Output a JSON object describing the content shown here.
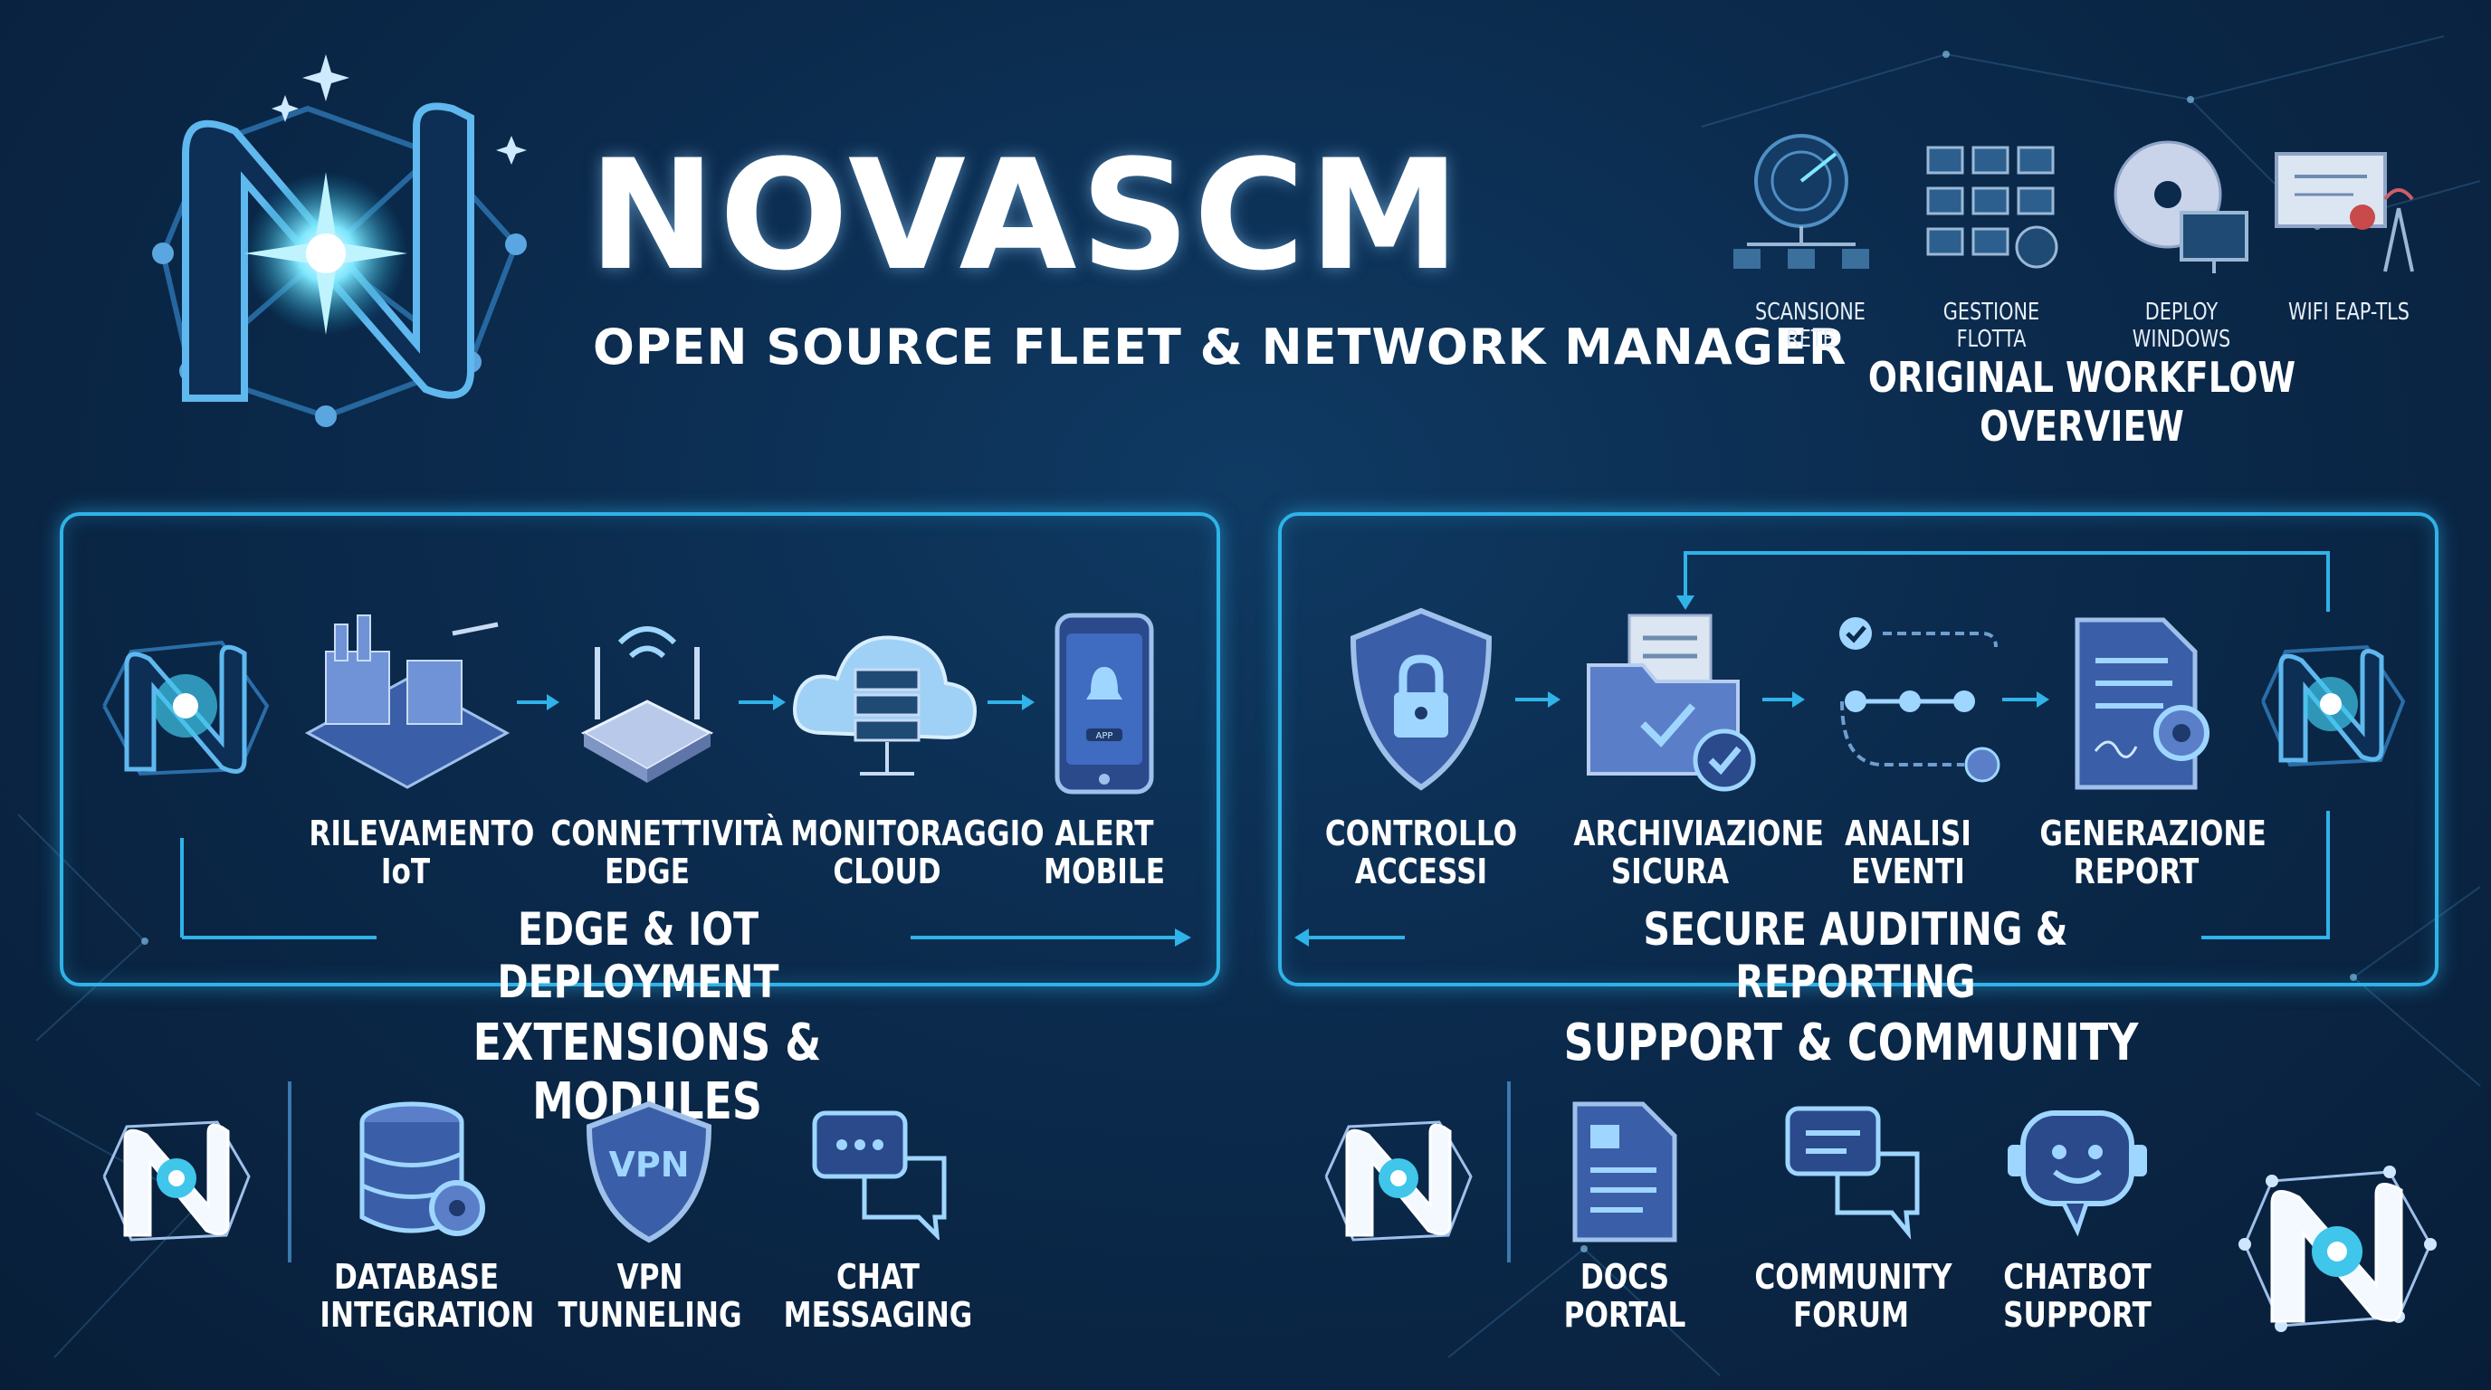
{
  "header": {
    "title": "NOVASCM",
    "subtitle": "OPEN SOURCE FLEET & NETWORK MANAGER"
  },
  "workflow_overview": {
    "heading": "ORIGINAL WORKFLOW OVERVIEW",
    "items": [
      {
        "label": "SCANSIONE RETE",
        "icon": "radar-network-icon"
      },
      {
        "label": "GESTIONE FLOTTA",
        "icon": "monitor-grid-icon"
      },
      {
        "label": "DEPLOY WINDOWS",
        "icon": "disc-monitor-icon"
      },
      {
        "label": "WIFI EAP-TLS",
        "icon": "certificate-antenna-icon"
      }
    ]
  },
  "edge_panel": {
    "title": "EDGE & IOT DEPLOYMENT",
    "steps": [
      {
        "line1": "RILEVAMENTO",
        "line2": "IoT",
        "icon": "factory-icon"
      },
      {
        "line1": "CONNETTIVITÀ",
        "line2": "EDGE",
        "icon": "router-icon"
      },
      {
        "line1": "MONITORAGGIO",
        "line2": "CLOUD",
        "icon": "cloud-server-icon"
      },
      {
        "line1": "ALERT",
        "line2": "MOBILE",
        "icon": "phone-alert-icon",
        "badge": "APP"
      }
    ]
  },
  "audit_panel": {
    "title": "SECURE AUDITING & REPORTING",
    "steps": [
      {
        "line1": "CONTROLLO",
        "line2": "ACCESSI",
        "icon": "shield-lock-icon"
      },
      {
        "line1": "ARCHIVIAZIONE",
        "line2": "SICURA",
        "icon": "folder-check-icon"
      },
      {
        "line1": "ANALISI",
        "line2": "EVENTI",
        "icon": "flow-analysis-icon"
      },
      {
        "line1": "GENERAZIONE",
        "line2": "REPORT",
        "icon": "report-gear-icon"
      }
    ]
  },
  "extensions": {
    "title": "EXTENSIONS & MODULES",
    "items": [
      {
        "line1": "DATABASE",
        "line2": "INTEGRATION",
        "icon": "database-gear-icon"
      },
      {
        "line1": "VPN",
        "line2": "TUNNELING",
        "icon": "vpn-shield-icon",
        "badge": "VPN"
      },
      {
        "line1": "CHAT",
        "line2": "MESSAGING",
        "icon": "chat-bubbles-icon"
      }
    ]
  },
  "support": {
    "title": "SUPPORT & COMMUNITY",
    "items": [
      {
        "line1": "DOCS",
        "line2": "PORTAL",
        "icon": "document-icon"
      },
      {
        "line1": "COMMUNITY",
        "line2": "FORUM",
        "icon": "forum-icon"
      },
      {
        "line1": "CHATBOT",
        "line2": "SUPPORT",
        "icon": "robot-icon"
      }
    ]
  },
  "colors": {
    "background": "#0b2a4c",
    "accent": "#2fb3e8",
    "glow": "#7fe8ff"
  }
}
